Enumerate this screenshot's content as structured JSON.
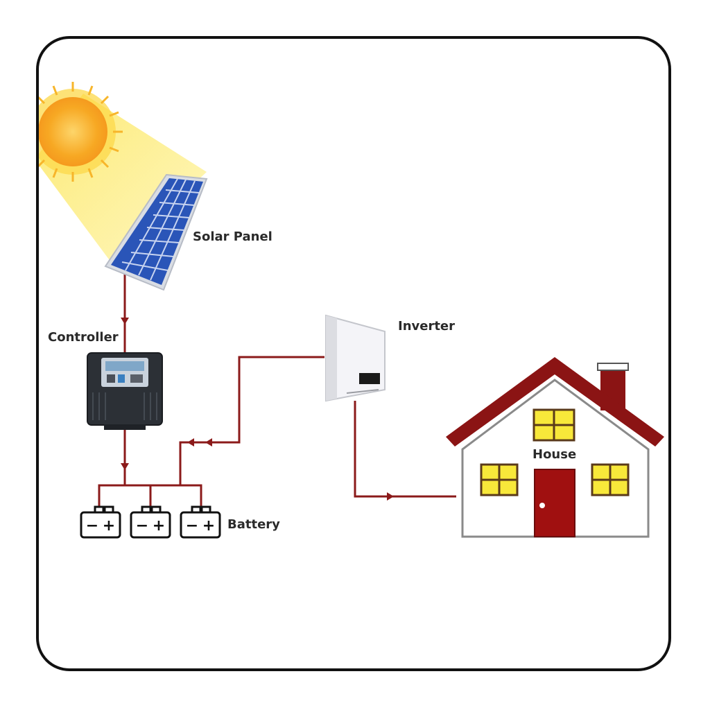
{
  "labels": {
    "solar_panel": "Solar Panel",
    "controller": "Controller",
    "inverter": "Inverter",
    "house": "House",
    "battery": "Battery"
  },
  "battery_symbols": {
    "minus": "−",
    "plus": "+"
  },
  "battery_count": 3,
  "colors": {
    "wire": "#8b1a1a",
    "sun": "#f7a823",
    "sun_rays": "#fde86a",
    "panel": "#2a55b8",
    "roof": "#8b1414",
    "window": "#f8e83a",
    "door": "#a01010",
    "controller": "#2c3036",
    "inverter": "#f2f2f6"
  }
}
